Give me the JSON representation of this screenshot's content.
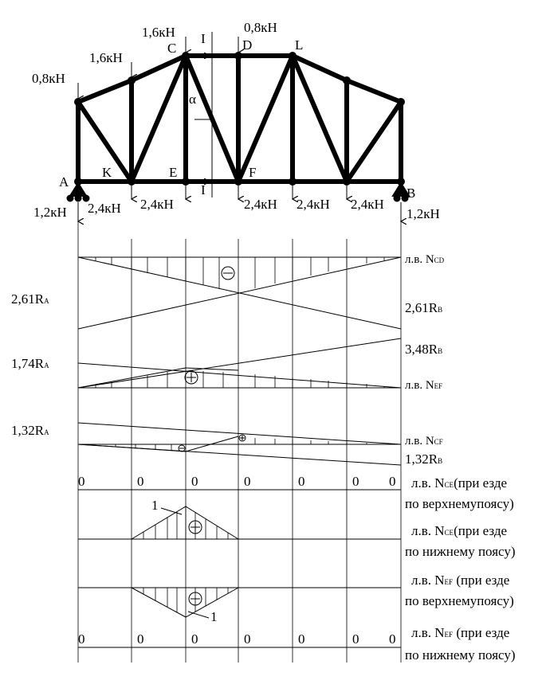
{
  "truss": {
    "nodes": {
      "A": "A",
      "K": "K",
      "E": "E",
      "F": "F",
      "B": "B",
      "C": "C",
      "D": "D",
      "L": "L"
    },
    "section_mark": "I",
    "angle_mark": "α",
    "loads": {
      "top_left": "0,8кН",
      "top_second": "1,6кН",
      "top_c": "1,6кН",
      "top_d": "0,8кН",
      "bottom_k": "2,4кН",
      "bottom_e": "2,4кН",
      "bottom_f": "2,4кН",
      "bottom_g": "2,4кН",
      "bottom_h": "2,4кН"
    },
    "reactions": {
      "left": "1,2кН",
      "right": "1,2кН"
    }
  },
  "influence_lines": {
    "N_CD": {
      "prefix": "л.в. N",
      "sub": "CD",
      "left_ordinate": "2,61R",
      "left_sub": "A",
      "right_ordinate": "2,61R",
      "right_sub": "B",
      "sign": "−"
    },
    "N_EF": {
      "prefix": "л.в. N",
      "sub": "EF",
      "left_ordinate": "1,74R",
      "left_sub": "A",
      "right_ordinate": "3,48R",
      "right_sub": "B",
      "sign": "+"
    },
    "N_CF": {
      "prefix": "л.в. N",
      "sub": "CF",
      "left_ordinate": "1,32R",
      "left_sub": "A",
      "right_ordinate": "1,32R",
      "right_sub": "B",
      "sign_minus": "−",
      "sign_plus": "+"
    },
    "N_CE_top": {
      "label": "л.в. N",
      "sub": "CE",
      "desc1": "(при езде",
      "desc2": "по верхнемупоясу)",
      "zeros": [
        "0",
        "0",
        "0",
        "0",
        "0",
        "0",
        "0"
      ]
    },
    "N_CE_bottom": {
      "label": "л.в. N",
      "sub": "CE",
      "desc1": "(при езде",
      "desc2": "по нижнему поясу)",
      "peak": "1",
      "sign": "+"
    },
    "N_EF_top": {
      "label": "л.в. N",
      "sub": "EF",
      "desc1": " (при езде",
      "desc2": "по верхнемупоясу)",
      "peak": "1",
      "sign": "−"
    },
    "N_EF_bottom": {
      "label": "л.в. N",
      "sub": "EF",
      "desc1": " (при езде",
      "desc2": "по нижнему поясу)",
      "zeros": [
        "0",
        "0",
        "0",
        "0",
        "0",
        "0",
        "0"
      ]
    }
  }
}
